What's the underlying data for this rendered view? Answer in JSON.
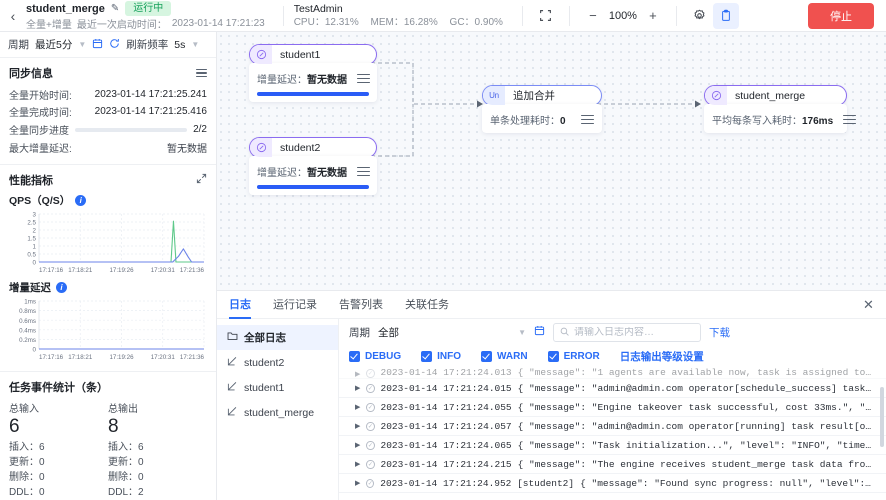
{
  "topbar": {
    "back_icon": "chevron-left-icon",
    "task_name": "student_merge",
    "edit_icon": "edit-square-icon",
    "status_badge": "运行中",
    "subtitle_mode": "全量+增量",
    "subtitle_label": "最近一次启动时间：",
    "subtitle_time": "2023-01-14 17:21:23",
    "admin_name": "TestAdmin",
    "cpu": "CPU：12.31%",
    "mem": "MEM：16.28%",
    "gc": "GC：0.90%",
    "fit_icon": "fit-screen-icon",
    "zoom_out_icon": "minus-icon",
    "zoom_value": "100%",
    "zoom_in_icon": "plus-icon",
    "settings_icon": "gear-icon",
    "clipboard_icon": "clipboard-icon",
    "stop_label": "停止"
  },
  "left": {
    "filterbar": {
      "period_label": "周期",
      "period_value": "最近5分",
      "calendar_icon": "calendar-icon",
      "refresh_icon": "refresh-icon",
      "freq_label": "刷新频率",
      "freq_value": "5s"
    },
    "sync": {
      "title": "同步信息",
      "menu_icon": "list-icon",
      "rows": [
        {
          "k": "全量开始时间:",
          "v": "2023-01-14 17:21:25.241"
        },
        {
          "k": "全量完成时间:",
          "v": "2023-01-14 17:21:25.416"
        }
      ],
      "progress_label": "全量同步进度",
      "progress_value": "2/2",
      "progress_pct": 100,
      "delay_label": "最大增量延迟:",
      "delay_value": "暂无数据"
    },
    "perf": {
      "title": "性能指标",
      "expand_icon": "expand-icon",
      "qps_label": "QPS（Q/S）",
      "qps_info_icon": "info-icon",
      "delay_label": "增量延迟",
      "delay_info_icon": "info-icon"
    },
    "events": {
      "title": "任务事件统计（条）",
      "columns": [
        {
          "header": "总输入",
          "total": "6",
          "rows": [
            "插入：6",
            "更新：0",
            "删除：0",
            "DDL：0"
          ]
        },
        {
          "header": "总输出",
          "total": "8",
          "rows": [
            "插入：6",
            "更新：0",
            "删除：0",
            "DDL：2"
          ]
        }
      ]
    }
  },
  "canvas": {
    "nodes": [
      {
        "id": "student1",
        "title": "student1",
        "icon": "database-source-icon",
        "metric_label": "增量延迟：",
        "metric_value": "暂无数据",
        "bar_pct": 100,
        "menu_icon": "list-icon",
        "style": "purple"
      },
      {
        "id": "student2",
        "title": "student2",
        "icon": "database-source-icon",
        "metric_label": "增量延迟：",
        "metric_value": "暂无数据",
        "bar_pct": 100,
        "menu_icon": "list-icon",
        "style": "purple"
      },
      {
        "id": "union",
        "title": "追加合并",
        "icon": "union-icon",
        "icon_text": "Un",
        "metric_label": "单条处理耗时：",
        "metric_value": "0",
        "menu_icon": "list-icon",
        "style": "blue"
      },
      {
        "id": "student_merge",
        "title": "student_merge",
        "icon": "database-sink-icon",
        "metric_label": "平均每条写入耗时：",
        "metric_value": "176ms",
        "menu_icon": "list-icon",
        "style": "purple"
      }
    ]
  },
  "logpanel": {
    "tabs": [
      {
        "label": "日志",
        "selected": true
      },
      {
        "label": "运行记录",
        "selected": false
      },
      {
        "label": "告警列表",
        "selected": false
      },
      {
        "label": "关联任务",
        "selected": false
      }
    ],
    "close_icon": "close-icon",
    "sidebar": [
      {
        "label": "全部日志",
        "icon": "folder-icon",
        "selected": true
      },
      {
        "label": "student2",
        "icon": "flow-icon",
        "selected": false
      },
      {
        "label": "student1",
        "icon": "flow-icon",
        "selected": false
      },
      {
        "label": "student_merge",
        "icon": "flow-icon",
        "selected": false
      }
    ],
    "filters": {
      "period_label": "周期",
      "period_value": "全部",
      "calendar_icon": "calendar-icon",
      "search_placeholder": "请输入日志内容…",
      "search_value": "",
      "search_icon": "search-icon",
      "download_label": "下载"
    },
    "levels": [
      {
        "label": "DEBUG",
        "checked": true
      },
      {
        "label": "INFO",
        "checked": true
      },
      {
        "label": "WARN",
        "checked": true
      },
      {
        "label": "ERROR",
        "checked": true
      }
    ],
    "level_settings_label": "日志输出等级设置",
    "rows": [
      {
        "ts": "2023-01-14 17:21:24.013",
        "msg": "{ \"message\": \"1 agents are available now, task is assigned to agent 467…",
        "partial": true
      },
      {
        "ts": "2023-01-14 17:21:24.015",
        "msg": "{ \"message\": \"admin@admin.com operator[schedule_success] task result[ok…",
        "partial": false
      },
      {
        "ts": "2023-01-14 17:21:24.055",
        "msg": "{ \"message\": \"Engine takeover task successful, cost 33ms.\", \"level\": \"I…",
        "partial": false
      },
      {
        "ts": "2023-01-14 17:21:24.057",
        "msg": "{ \"message\": \"admin@admin.com operator[running] task result[ok] change …",
        "partial": false
      },
      {
        "ts": "2023-01-14 17:21:24.065",
        "msg": "{ \"message\": \"Task initialization...\", \"level\": \"INFO\", \"timestamp\": \"2…",
        "partial": false
      },
      {
        "ts": "2023-01-14 17:21:24.215",
        "msg": "{ \"message\": \"The engine receives student_merge task data from TM and w…",
        "partial": false
      },
      {
        "ts": "2023-01-14 17:21:24.952 [student2]",
        "msg": "{ \"message\": \"Found sync progress: null\", \"level\": \"INFO\", \"t…",
        "partial": false
      }
    ]
  },
  "chart_data": [
    {
      "type": "line",
      "title": "QPS（Q/S）",
      "xlabel": "",
      "ylabel": "",
      "ylim": [
        0,
        3
      ],
      "yticks": [
        0,
        0.5,
        1,
        1.5,
        2,
        2.5,
        3
      ],
      "ytick_labels": [
        "0",
        "0.5",
        "1",
        "1.5",
        "2",
        "2.5",
        "3"
      ],
      "xtick_labels": [
        "17:17:16",
        "17:18:21",
        "17:19:26",
        "17:20:31",
        "17:21:36"
      ],
      "grid": true,
      "legend": "none",
      "series": [
        {
          "name": "input",
          "color": "#5ec98a",
          "points": [
            {
              "x": 0.0,
              "y": 0
            },
            {
              "x": 0.8,
              "y": 0
            },
            {
              "x": 0.815,
              "y": 2.55
            },
            {
              "x": 0.83,
              "y": 0
            },
            {
              "x": 1.0,
              "y": 0
            }
          ]
        },
        {
          "name": "output",
          "color": "#6b83e8",
          "points": [
            {
              "x": 0.0,
              "y": 0
            },
            {
              "x": 0.81,
              "y": 0
            },
            {
              "x": 0.845,
              "y": 0.35
            },
            {
              "x": 0.875,
              "y": 0.82
            },
            {
              "x": 0.905,
              "y": 0.3
            },
            {
              "x": 0.925,
              "y": 0
            },
            {
              "x": 1.0,
              "y": 0
            }
          ]
        }
      ]
    },
    {
      "type": "line",
      "title": "增量延迟",
      "xlabel": "",
      "ylabel": "",
      "ylim": [
        0,
        1
      ],
      "yticks": [
        0,
        0.2,
        0.4,
        0.6,
        0.8,
        1
      ],
      "ytick_labels": [
        "0",
        "0.2ms",
        "0.4ms",
        "0.6ms",
        "0.8ms",
        "1ms"
      ],
      "xtick_labels": [
        "17:17:16",
        "17:18:21",
        "17:19:26",
        "17:20:31",
        "17:21:36"
      ],
      "grid": true,
      "legend": "none",
      "series": [
        {
          "name": "delay",
          "color": "#6b83e8",
          "points": [
            {
              "x": 0.0,
              "y": 0
            },
            {
              "x": 1.0,
              "y": 0
            }
          ]
        }
      ]
    }
  ]
}
